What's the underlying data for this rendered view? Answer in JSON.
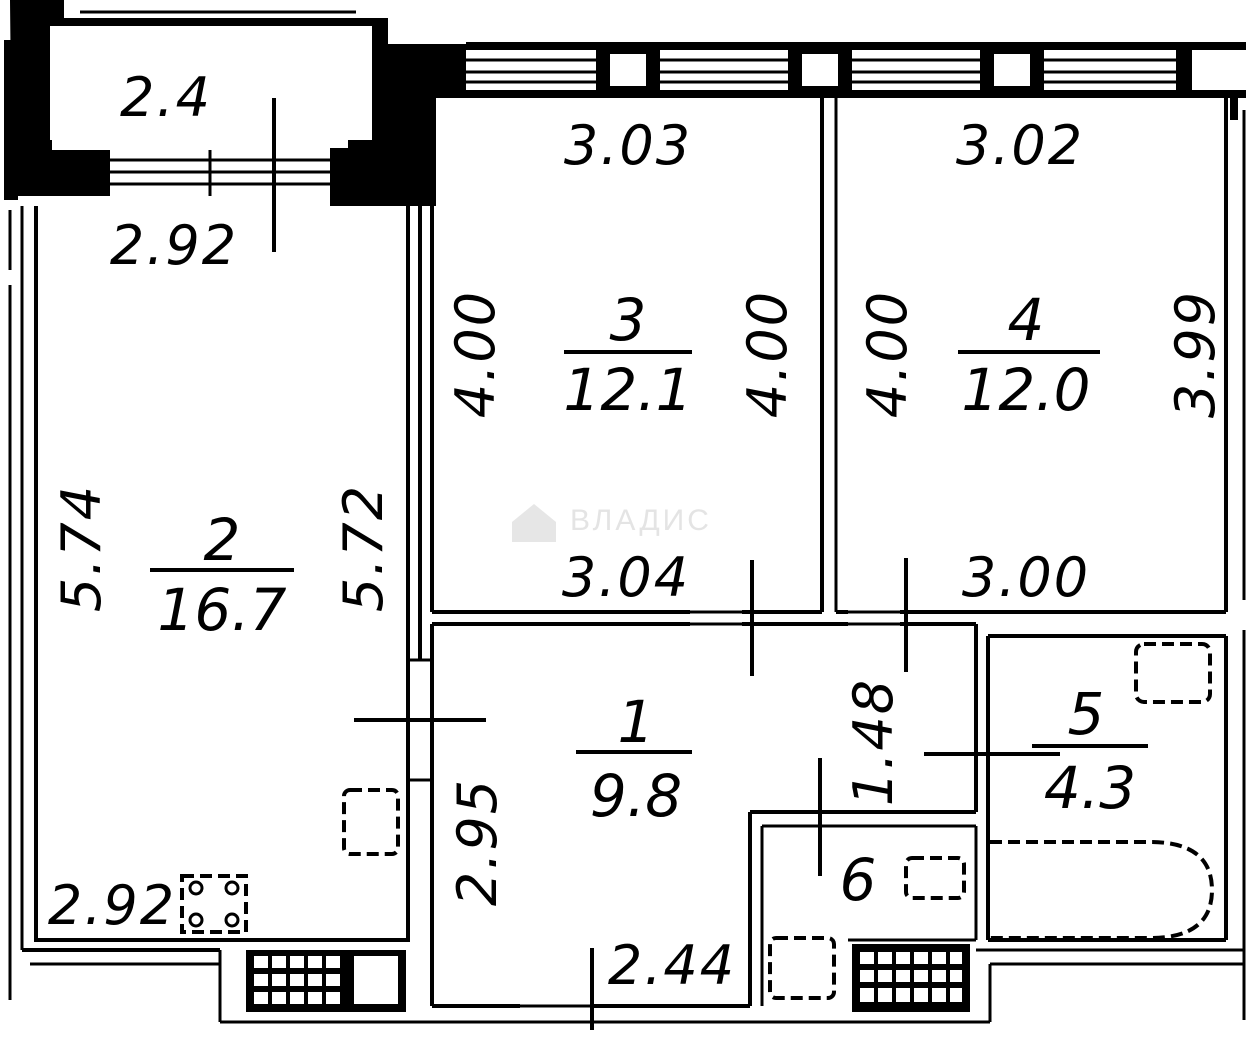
{
  "watermark": "ВЛАДИС",
  "rooms": [
    {
      "number": "1",
      "area": "9.8"
    },
    {
      "number": "2",
      "area": "16.7"
    },
    {
      "number": "3",
      "area": "12.1"
    },
    {
      "number": "4",
      "area": "12.0"
    },
    {
      "number": "5",
      "area": "4.3"
    },
    {
      "number": "6"
    }
  ],
  "dimensions": {
    "balcony_width": "2.4",
    "balcony_inner": "2.92",
    "room2_left": "5.74",
    "room2_right": "5.72",
    "room2_bottom": "2.92",
    "room3_top": "3.03",
    "room3_left": "4.00",
    "room3_right": "4.00",
    "room3_bottom": "3.04",
    "room4_top": "3.02",
    "room4_left": "4.00",
    "room4_right": "3.99",
    "room4_bottom": "3.00",
    "hall_height": "2.95",
    "hall_bottom": "2.44",
    "hall_right": "1.48"
  }
}
